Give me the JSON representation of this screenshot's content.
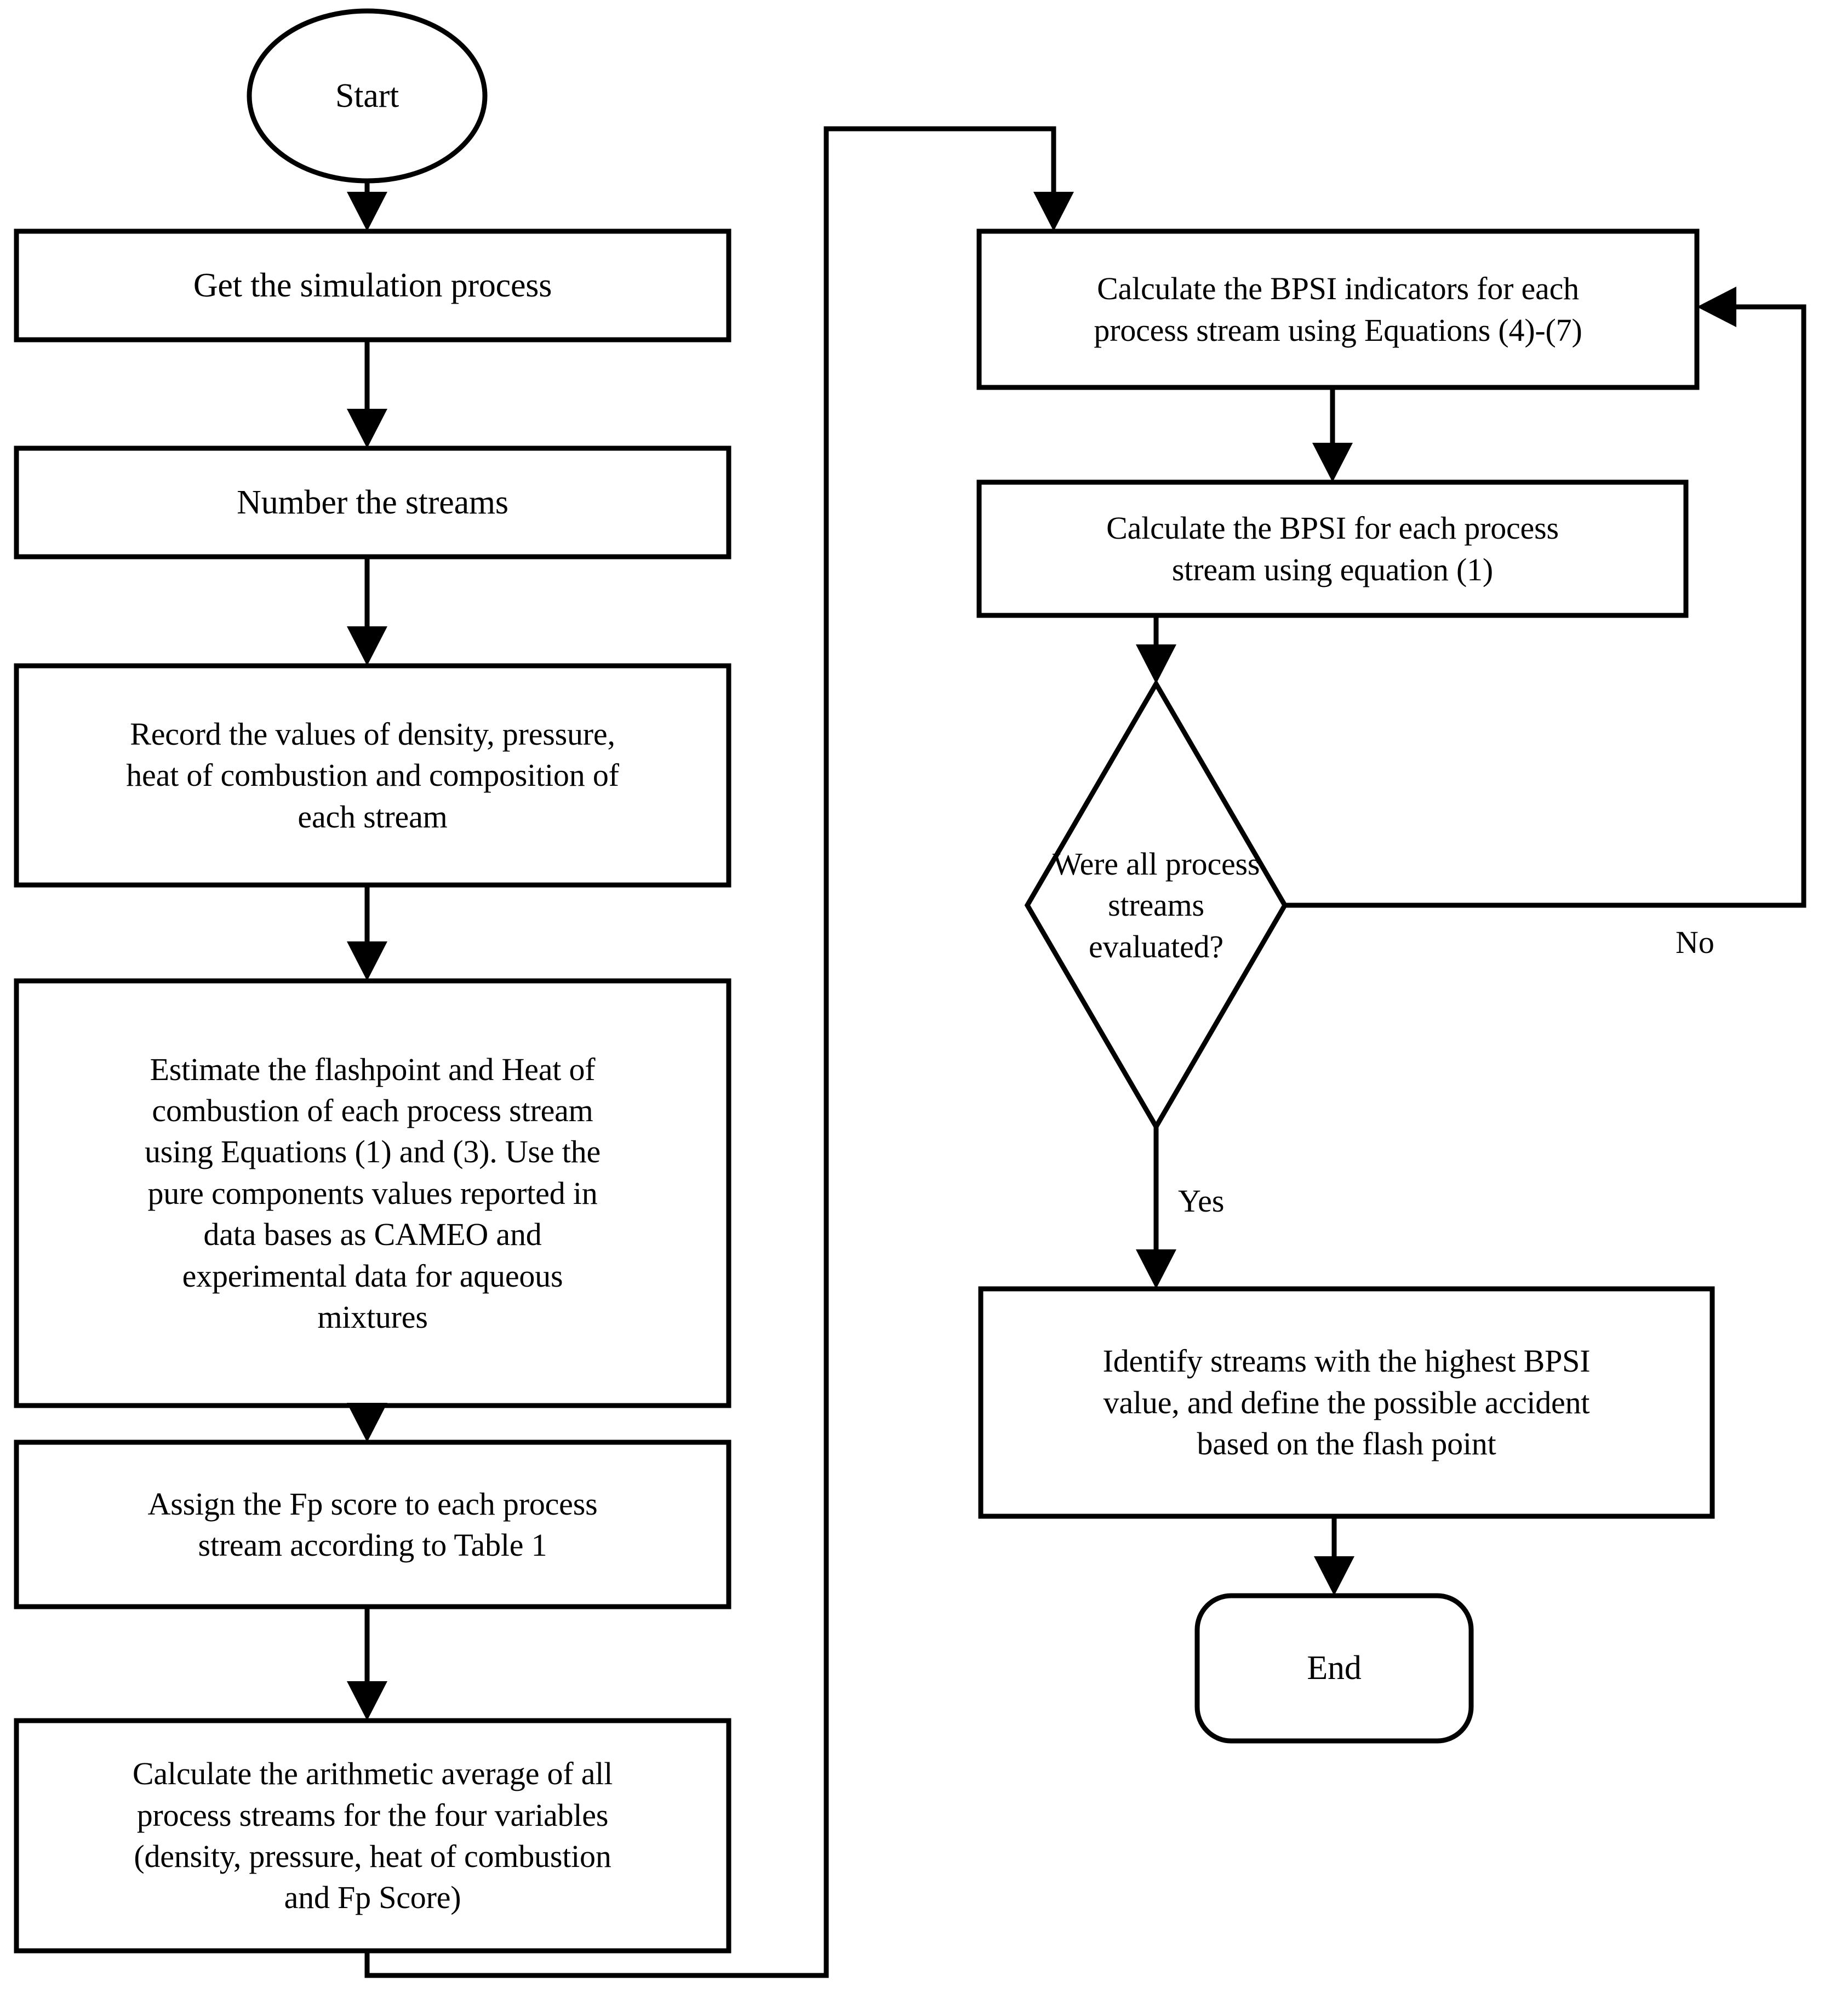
{
  "diagram": {
    "title": "BPSI process stream evaluation flowchart",
    "background_color": "#ffffff",
    "line_color": "#000000",
    "text_color": "#000000"
  },
  "nodes": {
    "start": {
      "label": "Start",
      "shape": "ellipse"
    },
    "get_simulation": {
      "label": "Get the simulation process",
      "shape": "rectangle"
    },
    "number_streams": {
      "label": "Number the streams",
      "shape": "rectangle"
    },
    "record_values": {
      "label": "Record the values of density, pressure,\nheat of combustion and composition of\neach stream",
      "shape": "rectangle"
    },
    "estimate_flashpoint": {
      "label": "Estimate the flashpoint and Heat of\ncombustion of each process stream\nusing Equations (1) and (3). Use the\npure components values reported in\ndata bases as CAMEO and\nexperimental data for aqueous\nmixtures",
      "shape": "rectangle"
    },
    "assign_fp_score": {
      "label": "Assign the Fp score to each process\nstream according to Table 1",
      "shape": "rectangle"
    },
    "calculate_average": {
      "label": "Calculate the arithmetic average of all\nprocess streams for the four variables\n(density, pressure, heat of combustion\nand Fp Score)",
      "shape": "rectangle"
    },
    "calculate_bpsi_indicators": {
      "label": "Calculate the BPSI indicators for each\nprocess stream using Equations (4)-(7)",
      "shape": "rectangle"
    },
    "calculate_bpsi": {
      "label": "Calculate the BPSI for each process\nstream using equation (1)",
      "shape": "rectangle"
    },
    "decision_all_evaluated": {
      "label": "Were all process\nstreams\nevaluated?",
      "shape": "diamond"
    },
    "identify_streams": {
      "label": "Identify streams with the highest BPSI\nvalue, and define the possible accident\nbased on the flash point",
      "shape": "rectangle"
    },
    "end": {
      "label": "End",
      "shape": "rounded-rectangle"
    }
  },
  "edge_labels": {
    "decision_no": "No",
    "decision_yes": "Yes"
  }
}
